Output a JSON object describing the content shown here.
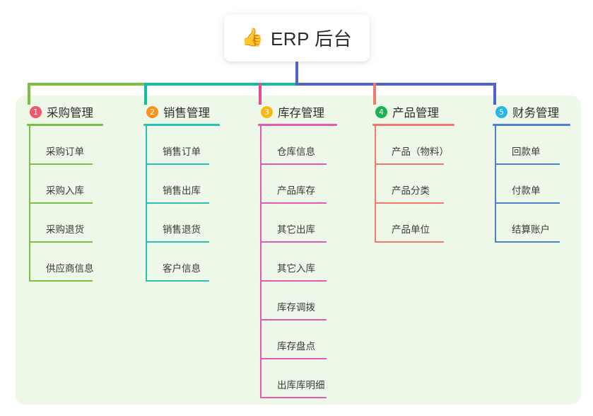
{
  "diagram": {
    "type": "mind-map",
    "title": "ERP 后台",
    "root": {
      "icon": "thumbs-up-icon",
      "emoji": "👍",
      "label": "ERP 后台"
    },
    "panel_color": "#eef8e8",
    "card_color": "#ffffff",
    "bus": {
      "segments": [
        {
          "name": "green-segment",
          "color": "#7ac143"
        },
        {
          "name": "teal-segment",
          "color": "#0fbfa0"
        },
        {
          "name": "blue-segment",
          "color": "#4f63c8"
        }
      ],
      "trunk_color": "#4f63c8"
    },
    "branches": [
      {
        "number": "1",
        "label": "采购管理",
        "badge_color": "#f4556e",
        "line_color": "#7ac143",
        "drop_color": "#7ac143",
        "items": [
          {
            "label": "采购订单"
          },
          {
            "label": "采购入库"
          },
          {
            "label": "采购退货"
          },
          {
            "label": "供应商信息"
          }
        ]
      },
      {
        "number": "2",
        "label": "销售管理",
        "badge_color": "#f8941d",
        "line_color": "#2ebfae",
        "drop_color": "#0fbfa0",
        "items": [
          {
            "label": "销售订单"
          },
          {
            "label": "销售出库"
          },
          {
            "label": "销售退货"
          },
          {
            "label": "客户信息"
          }
        ]
      },
      {
        "number": "3",
        "label": "库存管理",
        "badge_color": "#fbb814",
        "line_color": "#e55bb0",
        "drop_color": "#ec4899",
        "items": [
          {
            "label": "仓库信息"
          },
          {
            "label": "产品库存"
          },
          {
            "label": "其它出库"
          },
          {
            "label": "其它入库"
          },
          {
            "label": "库存调拨"
          },
          {
            "label": "库存盘点"
          },
          {
            "label": "出库库明细"
          }
        ]
      },
      {
        "number": "4",
        "label": "产品管理",
        "badge_color": "#19b353",
        "line_color": "#f2796e",
        "drop_color": "#f2796e",
        "items": [
          {
            "label": "产品（物料）"
          },
          {
            "label": "产品分类"
          },
          {
            "label": "产品单位"
          }
        ]
      },
      {
        "number": "5",
        "label": "财务管理",
        "badge_color": "#25b7e8",
        "line_color": "#4f7fd0",
        "drop_color": "#4f63c8",
        "items": [
          {
            "label": "回款单"
          },
          {
            "label": "付款单"
          },
          {
            "label": "结算账户"
          }
        ]
      }
    ]
  }
}
